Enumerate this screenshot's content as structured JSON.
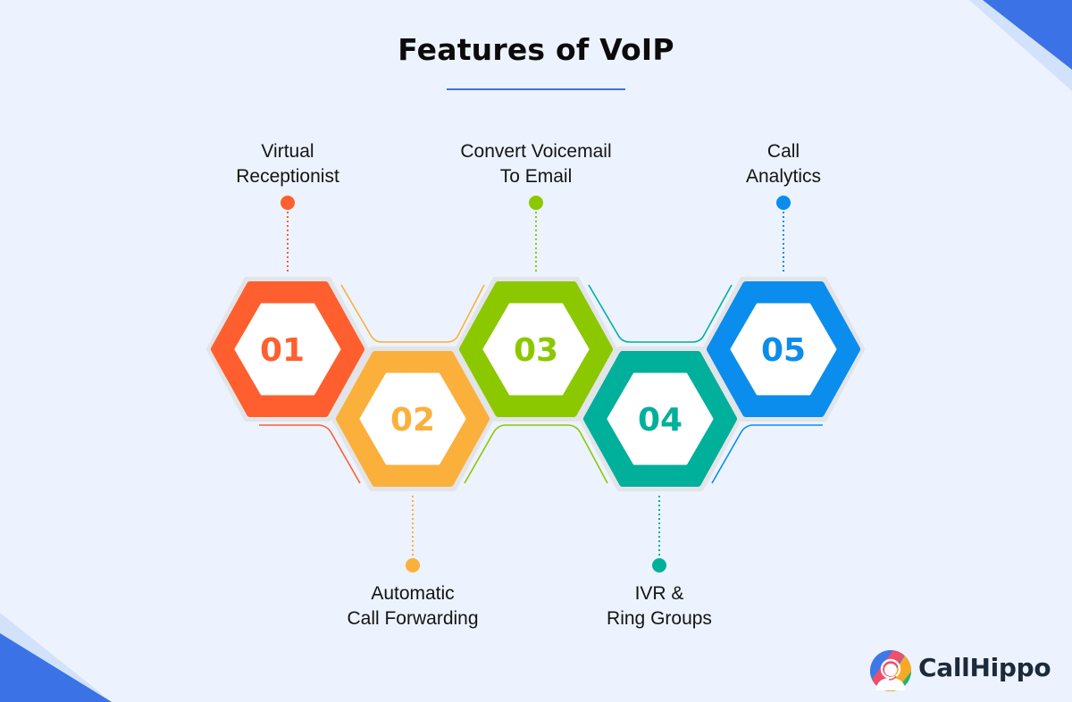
{
  "title": "Features of VoIP",
  "colors": {
    "background": "#ecf3fe",
    "accent_blue": "#3b73e6",
    "accent_light": "#d3e2fb",
    "underline": "#3f74e0",
    "hex_shadow": "#dcdcdc"
  },
  "features": [
    {
      "number": "01",
      "label_line1": "Virtual",
      "label_line2": "Receptionist",
      "color": "#ff5f2e",
      "position": "top"
    },
    {
      "number": "02",
      "label_line1": "Automatic",
      "label_line2": "Call Forwarding",
      "color": "#fbb03b",
      "position": "bottom"
    },
    {
      "number": "03",
      "label_line1": "Convert Voicemail",
      "label_line2": "To Email",
      "color": "#8cc800",
      "position": "top"
    },
    {
      "number": "04",
      "label_line1": "IVR &",
      "label_line2": "Ring Groups",
      "color": "#00b09b",
      "position": "bottom"
    },
    {
      "number": "05",
      "label_line1": "Call",
      "label_line2": "Analytics",
      "color": "#0b8ded",
      "position": "top"
    }
  ],
  "logo": {
    "brand": "CallHippo",
    "icon": "headset-person-icon"
  }
}
